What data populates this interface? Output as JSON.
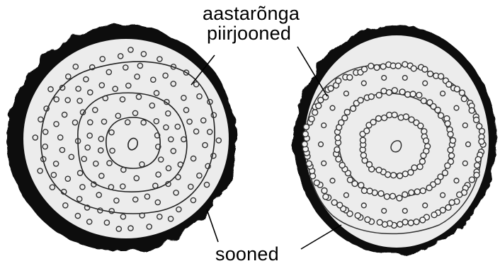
{
  "labels": {
    "rings_line1": "aastarõnga",
    "rings_line2": "piirjooned",
    "vessels": "sooned"
  }
}
